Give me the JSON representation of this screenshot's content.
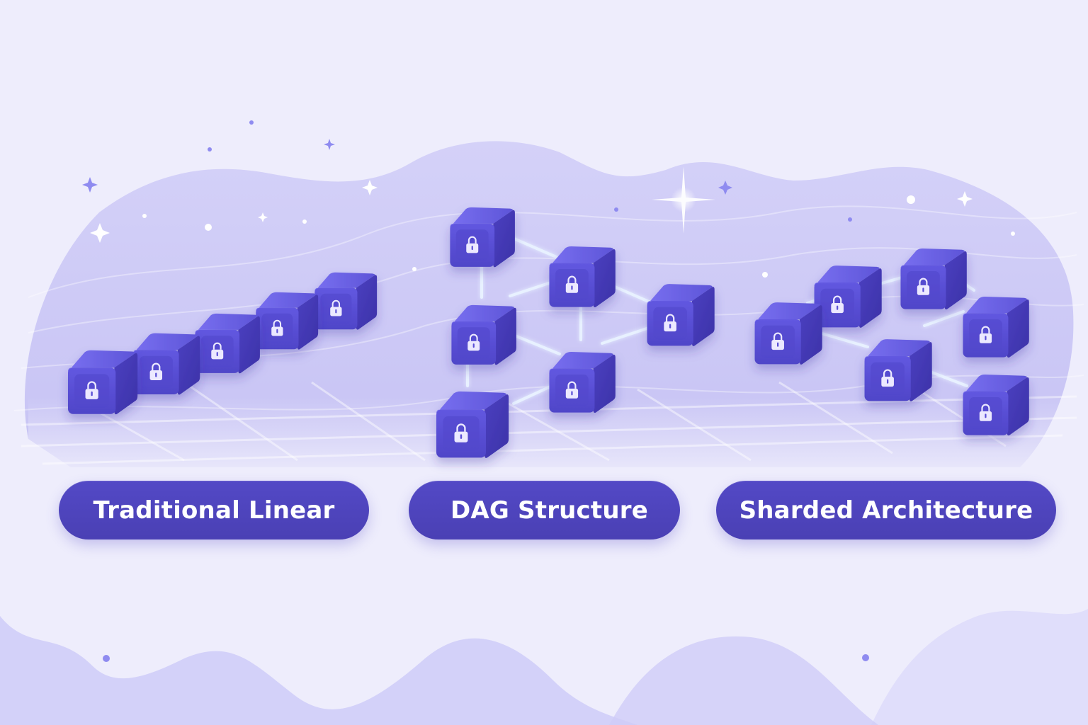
{
  "colors": {
    "background": "#eeedfc",
    "blob": "#cfcdf7",
    "cube_front": "#5a4fd6",
    "cube_side": "#4338b5",
    "cube_top": "#6d64e4",
    "pill": "#5047c0",
    "link_glow": "#e7f0ff",
    "lock_icon": "#e9e6ff"
  },
  "diagram": {
    "sections": [
      {
        "id": "linear",
        "label": "Traditional Linear",
        "block_count": 5,
        "connection": "chain"
      },
      {
        "id": "dag",
        "label": "DAG Structure",
        "block_count": 6,
        "connection": "directed-acyclic-graph"
      },
      {
        "id": "sharded",
        "label": "Sharded Architecture",
        "block_count": 6,
        "connection": "parallel-shards"
      }
    ],
    "block_icon": "lock-icon"
  }
}
